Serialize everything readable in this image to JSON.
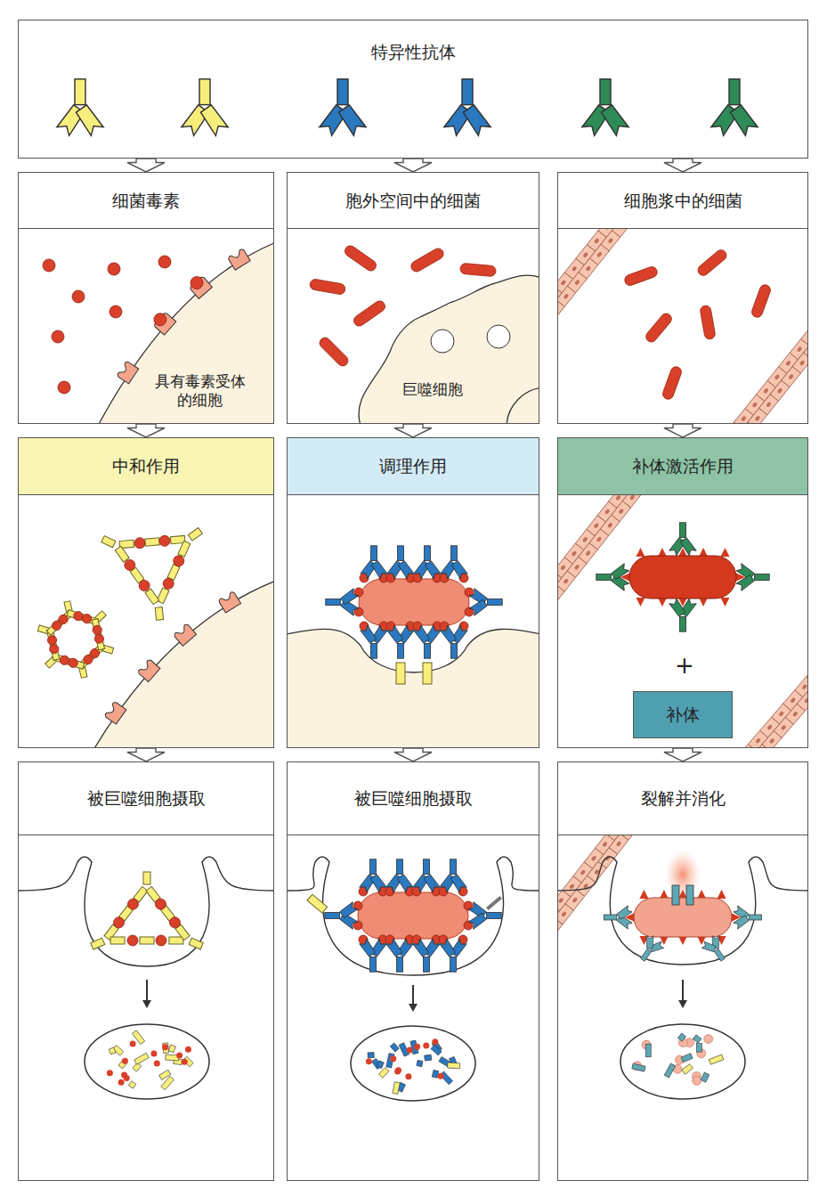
{
  "diagram": {
    "nodes": [
      {
        "text": [
          "特异性抗体"
        ]
      },
      {
        "text": [
          "细菌毒素"
        ]
      },
      {
        "text": [
          "胞外空间中的细菌"
        ]
      },
      {
        "text": [
          "细胞浆中的细菌"
        ]
      },
      {
        "text": [
          "中和作用"
        ]
      },
      {
        "text": [
          "调理作用"
        ]
      },
      {
        "text": [
          "补体激活作用"
        ]
      },
      {
        "text": [
          "补体"
        ],
        "in": 6
      },
      {
        "text": [
          "被巨噬细胞摄取"
        ]
      },
      {
        "text": [
          "被巨噬细胞摄取"
        ]
      },
      {
        "text": [
          "裂解并消化"
        ]
      }
    ],
    "edges": [
      {
        "from": 0,
        "to": 1,
        "arrow": "to"
      },
      {
        "from": 0,
        "to": 2,
        "arrow": "to"
      },
      {
        "from": 0,
        "to": 3,
        "arrow": "to"
      },
      {
        "from": 1,
        "to": 4,
        "arrow": "to"
      },
      {
        "from": 2,
        "to": 5,
        "arrow": "to"
      },
      {
        "from": 3,
        "to": 6,
        "arrow": "to"
      },
      {
        "from": 4,
        "to": 8,
        "arrow": "to"
      },
      {
        "from": 5,
        "to": 9,
        "arrow": "to"
      },
      {
        "from": 6,
        "to": 10,
        "arrow": "to"
      }
    ],
    "labels": [
      "具有毒素受体的细胞",
      "巨噬细胞",
      "+"
    ]
  }
}
